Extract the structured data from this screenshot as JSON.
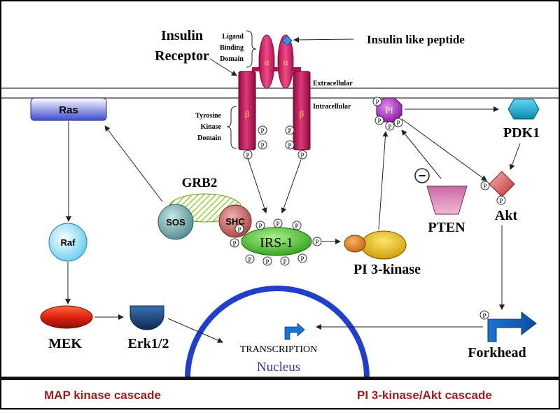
{
  "receptor": {
    "title_line1": "Insulin",
    "title_line2": "Receptor",
    "ligand_line1": "Ligand",
    "ligand_line2": "Binding",
    "ligand_line3": "Domain",
    "alpha": "α",
    "beta": "β",
    "tyrosine_line1": "Tyrosine",
    "tyrosine_line2": "Kinase",
    "tyrosine_line3": "Domain",
    "peptide": "Insulin like peptide",
    "extracellular": "Extracellular",
    "intracellular": "Intracellular"
  },
  "phospho": "P",
  "minus": "−",
  "nodes": {
    "ras": "Ras",
    "raf": "Raf",
    "mek": "MEK",
    "erk": "Erk1/2",
    "grb2": "GRB2",
    "sos": "SOS",
    "shc": "SHC",
    "irs1": "IRS-1",
    "pi": "PI",
    "pi3k": "PI 3-kinase",
    "pdk1": "PDK1",
    "pten": "PTEN",
    "akt": "Akt",
    "forkhead": "Forkhead",
    "transcription": "TRANSCRIPTION",
    "nucleus": "Nucleus"
  },
  "footer": {
    "left": "MAP kinase cascade",
    "right": "PI 3-kinase/Akt cascade"
  },
  "colors": {
    "receptor_magenta": "#cc1a62",
    "footer_text": "#9b1c1c",
    "nucleus_blue": "#1f3fcc"
  }
}
